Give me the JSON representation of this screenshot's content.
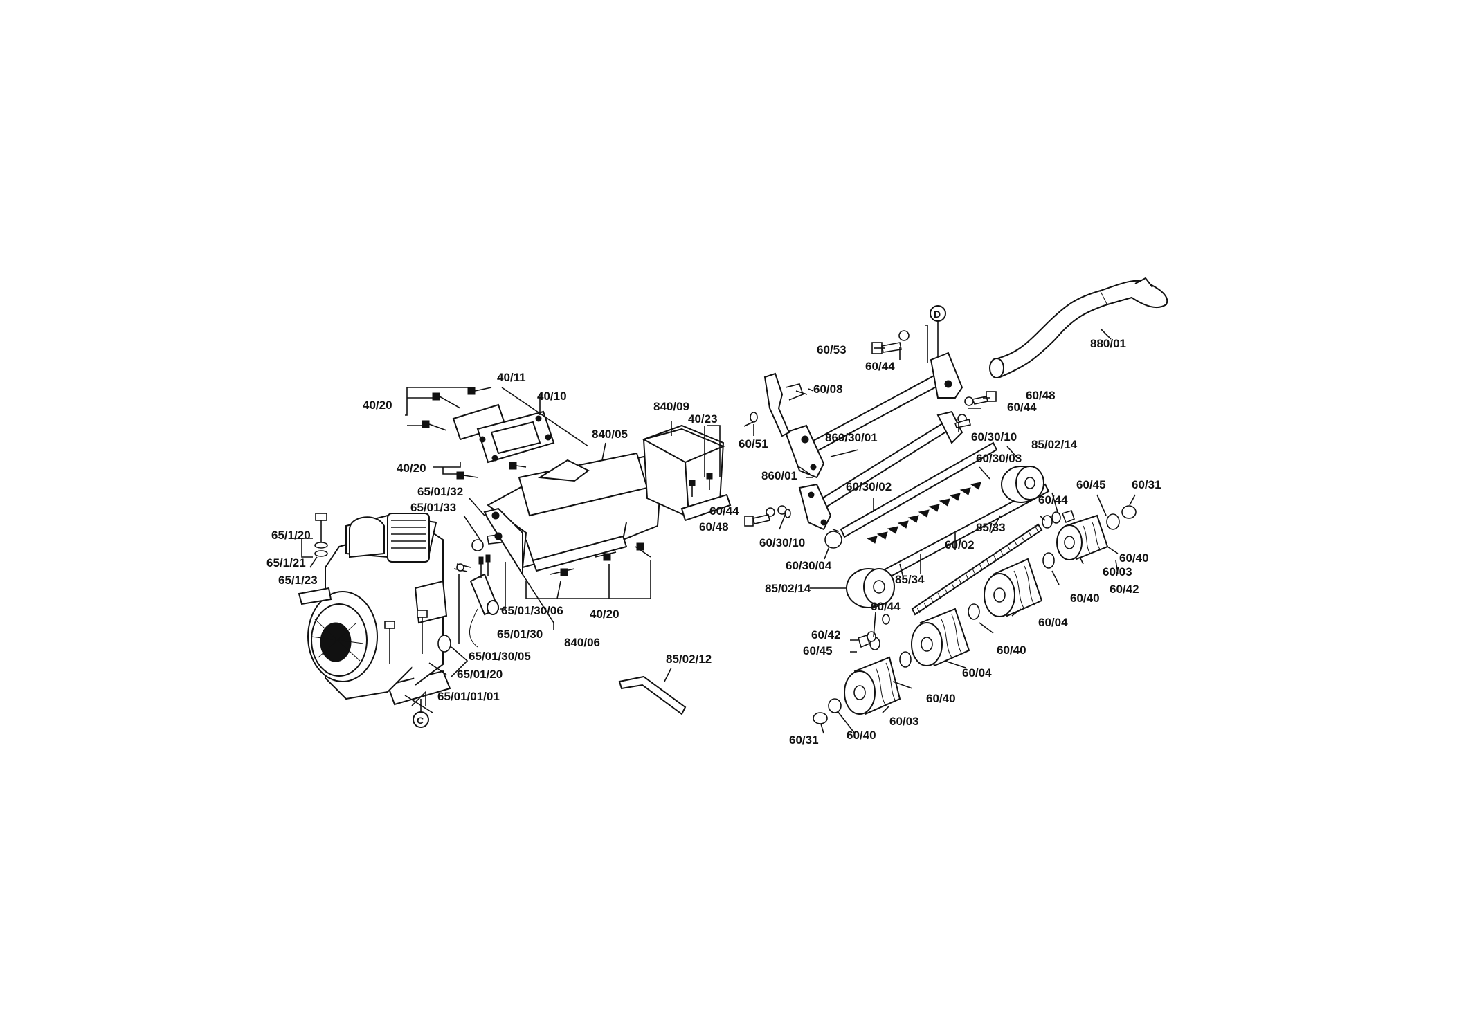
{
  "diagram": {
    "labels": {
      "l_4011": "40/11",
      "l_4010": "40/10",
      "l_4020a": "40/20",
      "l_4020b": "40/20",
      "l_4020c": "40/20",
      "l_84005": "840/05",
      "l_84009": "840/09",
      "l_4023": "40/23",
      "l_650132": "65/01/32",
      "l_650133": "65/01/33",
      "l_65120": "65/1/20",
      "l_65121": "65/1/21",
      "l_65123": "65/1/23",
      "l_65013006": "65/01/30/06",
      "l_650130": "65/01/30",
      "l_84006": "840/06",
      "l_65013005": "65/01/30/05",
      "l_650120": "65/01/20",
      "l_65010101": "65/01/01/01",
      "l_850212": "85/02/12",
      "l_6053": "60/53",
      "l_6044a": "60/44",
      "l_6008": "60/08",
      "l_6051": "60/51",
      "l_86001": "860/01",
      "l_863001": "860/30/01",
      "l_603010a": "60/30/10",
      "l_603010b": "60/30/10",
      "l_6044b": "60/44",
      "l_6048a": "60/48",
      "l_6044c": "60/44",
      "l_6048b": "60/48",
      "l_603002": "60/30/02",
      "l_603003": "60/30/03",
      "l_850214a": "85/02/14",
      "l_850214b": "85/02/14",
      "l_603004": "60/30/04",
      "l_88001": "880/01",
      "l_6044d": "60/44",
      "l_6045a": "60/45",
      "l_6031a": "60/31",
      "l_6040a": "60/40",
      "l_6003a": "60/03",
      "l_6042a": "60/42",
      "l_8533": "85/33",
      "l_6002": "60/02",
      "l_8534": "85/34",
      "l_6040b": "60/40",
      "l_6004a": "60/04",
      "l_6044e": "60/44",
      "l_6040c": "60/40",
      "l_6042b": "60/42",
      "l_6045b": "60/45",
      "l_6004b": "60/04",
      "l_6040d": "60/40",
      "l_6003b": "60/03",
      "l_6031b": "60/31",
      "l_6040e": "60/40",
      "l_markerC": "C",
      "l_markerD": "D"
    }
  }
}
